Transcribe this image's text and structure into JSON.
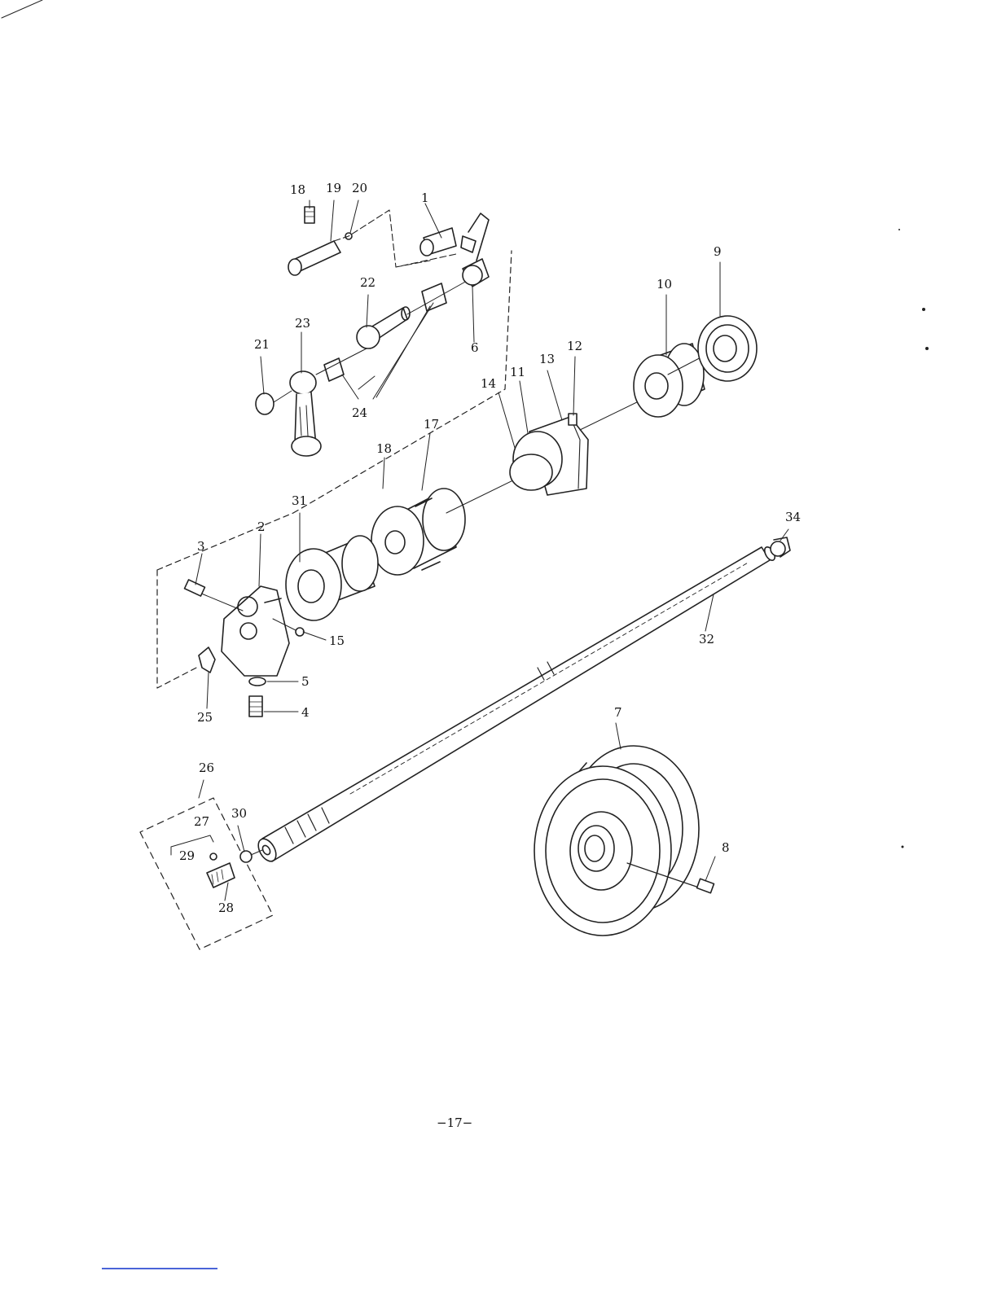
{
  "diagram": {
    "parts": [
      {
        "id": "p18a",
        "label": "18"
      },
      {
        "id": "p19",
        "label": "19"
      },
      {
        "id": "p20",
        "label": "20"
      },
      {
        "id": "p1",
        "label": "1"
      },
      {
        "id": "p22",
        "label": "22"
      },
      {
        "id": "p6",
        "label": "6"
      },
      {
        "id": "p23",
        "label": "23"
      },
      {
        "id": "p21",
        "label": "21"
      },
      {
        "id": "p24",
        "label": "24"
      },
      {
        "id": "p9",
        "label": "9"
      },
      {
        "id": "p10",
        "label": "10"
      },
      {
        "id": "p12",
        "label": "12"
      },
      {
        "id": "p13",
        "label": "13"
      },
      {
        "id": "p11",
        "label": "11"
      },
      {
        "id": "p14",
        "label": "14"
      },
      {
        "id": "p17",
        "label": "17"
      },
      {
        "id": "p18b",
        "label": "18"
      },
      {
        "id": "p31",
        "label": "31"
      },
      {
        "id": "p2",
        "label": "2"
      },
      {
        "id": "p3",
        "label": "3"
      },
      {
        "id": "p34",
        "label": "34"
      },
      {
        "id": "p15",
        "label": "15"
      },
      {
        "id": "p32",
        "label": "32"
      },
      {
        "id": "p5",
        "label": "5"
      },
      {
        "id": "p25",
        "label": "25"
      },
      {
        "id": "p4",
        "label": "4"
      },
      {
        "id": "p7",
        "label": "7"
      },
      {
        "id": "p26",
        "label": "26"
      },
      {
        "id": "p30",
        "label": "30"
      },
      {
        "id": "p27",
        "label": "27"
      },
      {
        "id": "p29",
        "label": "29"
      },
      {
        "id": "p8",
        "label": "8"
      },
      {
        "id": "p28",
        "label": "28"
      }
    ]
  },
  "page_number": "−17−"
}
